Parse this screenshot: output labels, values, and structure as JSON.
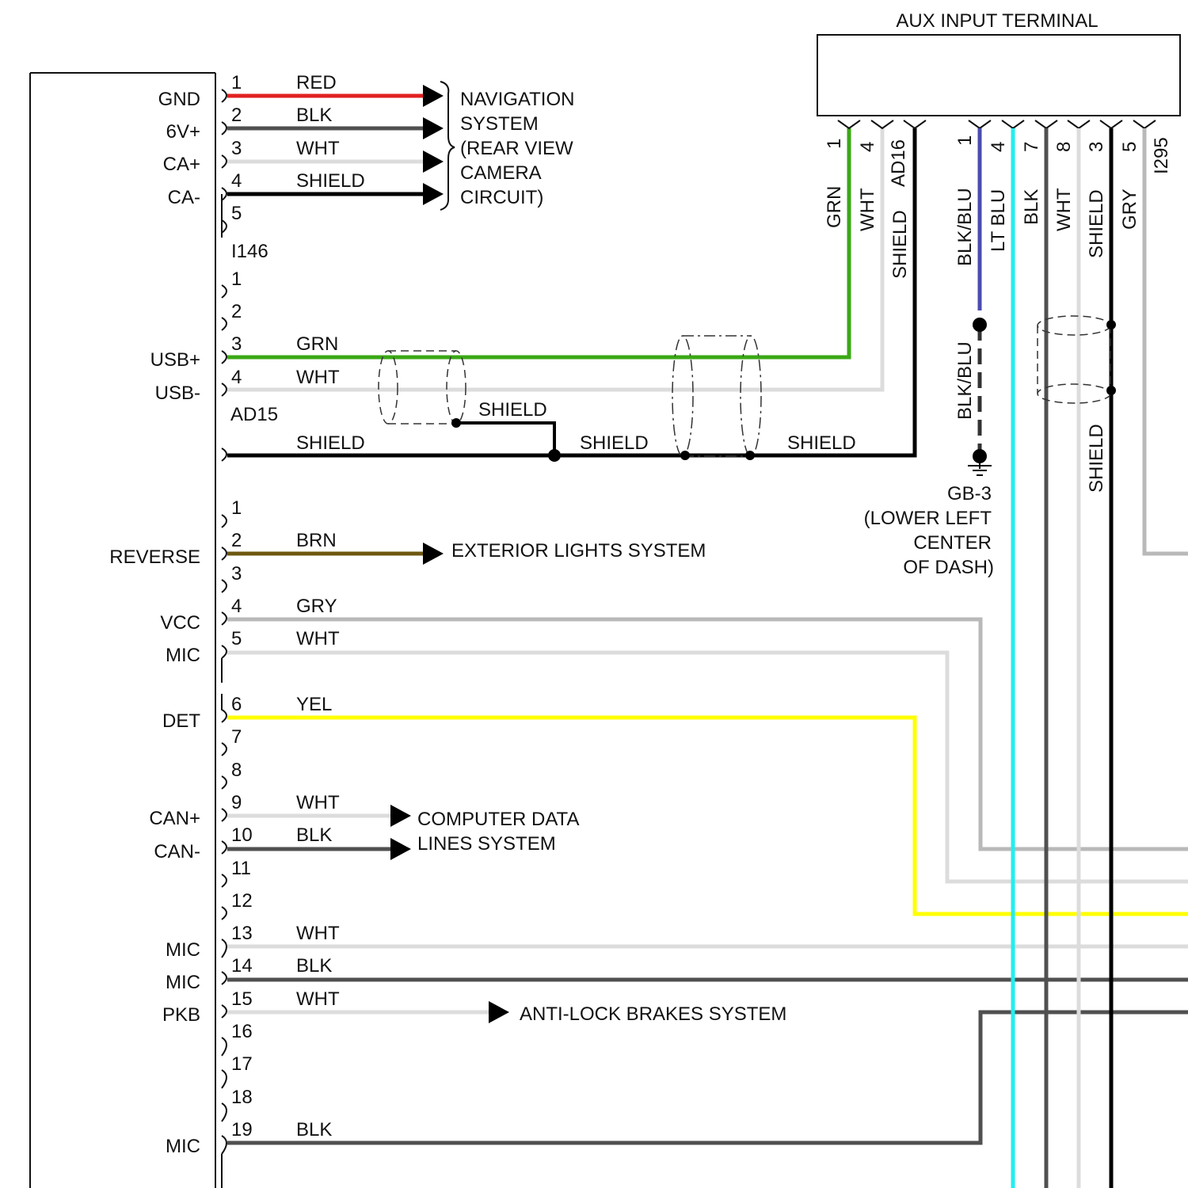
{
  "colors": {
    "red": "#e0201f",
    "blk": "#505050",
    "wht": "#dcdcdc",
    "shield": "#000000",
    "grn": "#3aa815",
    "brn": "#6e5810",
    "gry": "#b9b9b9",
    "yel": "#ffff00",
    "lt_blu": "#22eeee",
    "blk_blu": "#4b4bb0"
  },
  "aux_terminal": {
    "title": "AUX INPUT TERMINAL",
    "connector_left": "AD16",
    "connector_right": "I295",
    "left_pins": [
      {
        "pin": "1",
        "color": "GRN"
      },
      {
        "pin": "4",
        "color": "WHT"
      },
      {
        "pin": "",
        "color": "SHIELD"
      }
    ],
    "right_pins": [
      {
        "pin": "1",
        "color": "BLK/BLU"
      },
      {
        "pin": "4",
        "color": "LT BLU"
      },
      {
        "pin": "7",
        "color": "BLK"
      },
      {
        "pin": "8",
        "color": "WHT"
      },
      {
        "pin": "3",
        "color": "SHIELD"
      },
      {
        "pin": "5",
        "color": "GRY"
      }
    ]
  },
  "unit": {
    "labels": [
      "GND",
      "6V+",
      "CA+",
      "CA-",
      "USB+",
      "USB-",
      "REVERSE",
      "VCC",
      "MIC",
      "DET",
      "CAN+",
      "CAN-",
      "MIC",
      "MIC",
      "PKB",
      "MIC"
    ]
  },
  "connector_i146": {
    "name": "I146",
    "pins": [
      "1",
      "2",
      "3",
      "4",
      "5"
    ],
    "wires": [
      "RED",
      "BLK",
      "WHT",
      "SHIELD"
    ]
  },
  "navigation": {
    "lines": [
      "NAVIGATION",
      "SYSTEM",
      "(REAR VIEW",
      "CAMERA",
      "CIRCUIT)"
    ]
  },
  "connector_ad15": {
    "name": "AD15",
    "pins": [
      "1",
      "2",
      "3",
      "4"
    ],
    "wires": [
      "GRN",
      "WHT",
      "SHIELD"
    ],
    "shield_labels": [
      "SHIELD",
      "SHIELD",
      "SHIELD"
    ]
  },
  "lower_connector": {
    "pins": [
      "1",
      "2",
      "3",
      "4",
      "5",
      "6",
      "7",
      "8",
      "9",
      "10",
      "11",
      "12",
      "13",
      "14",
      "15",
      "16",
      "17",
      "18",
      "19"
    ],
    "wires": [
      "BRN",
      "GRY",
      "WHT",
      "YEL",
      "WHT",
      "BLK",
      "WHT",
      "BLK",
      "WHT",
      "BLK"
    ]
  },
  "exterior_lights": "EXTERIOR LIGHTS SYSTEM",
  "computer_data": [
    "COMPUTER DATA",
    "LINES SYSTEM"
  ],
  "anti_lock": "ANTI-LOCK BRAKES SYSTEM",
  "ground": {
    "wire": "BLK/BLU",
    "name": "GB-3",
    "lines": [
      "(LOWER LEFT",
      "CENTER",
      "OF DASH)"
    ]
  },
  "vertical_shield": "SHIELD"
}
